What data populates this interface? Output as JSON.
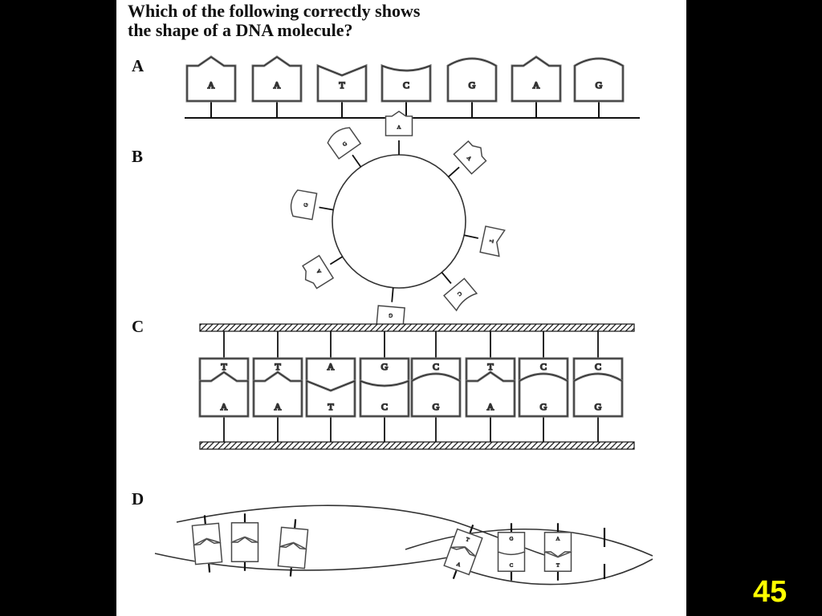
{
  "question": "Which of the following correctly shows\nthe shape of a DNA molecule?",
  "options": [
    {
      "label": "A",
      "bases": [
        "A",
        "A",
        "T",
        "C",
        "G",
        "A",
        "G"
      ]
    },
    {
      "label": "B",
      "bases": [
        "A",
        "A",
        "T",
        "C",
        "G",
        "A",
        "G",
        "G"
      ]
    },
    {
      "label": "C",
      "top_bases": [
        "T",
        "T",
        "A",
        "G",
        "C",
        "T",
        "C",
        "C"
      ],
      "bottom_bases": [
        "A",
        "A",
        "T",
        "C",
        "G",
        "A",
        "G",
        "G"
      ]
    },
    {
      "label": "D",
      "pairs": [
        {
          "top": "T",
          "bottom": "A"
        },
        {
          "top": "G",
          "bottom": "C"
        },
        {
          "top": "A",
          "bottom": "T"
        }
      ]
    }
  ],
  "slide_number": "45"
}
